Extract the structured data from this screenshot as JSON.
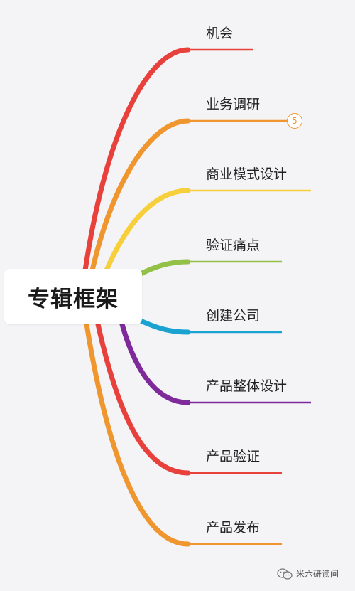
{
  "root": {
    "label": "专辑框架"
  },
  "branches": [
    {
      "label": "机会",
      "color": "#e8413b"
    },
    {
      "label": "业务调研",
      "color": "#f0962e",
      "badge": "5"
    },
    {
      "label": "商业模式设计",
      "color": "#f7cf3a"
    },
    {
      "label": "验证痛点",
      "color": "#93c047"
    },
    {
      "label": "创建公司",
      "color": "#1aa3d1"
    },
    {
      "label": "产品整体设计",
      "color": "#7e2a9a"
    },
    {
      "label": "产品验证",
      "color": "#e8413b"
    },
    {
      "label": "产品发布",
      "color": "#f0962e"
    }
  ],
  "watermark": {
    "text": "米六研读间",
    "icon": "wechat-icon"
  }
}
